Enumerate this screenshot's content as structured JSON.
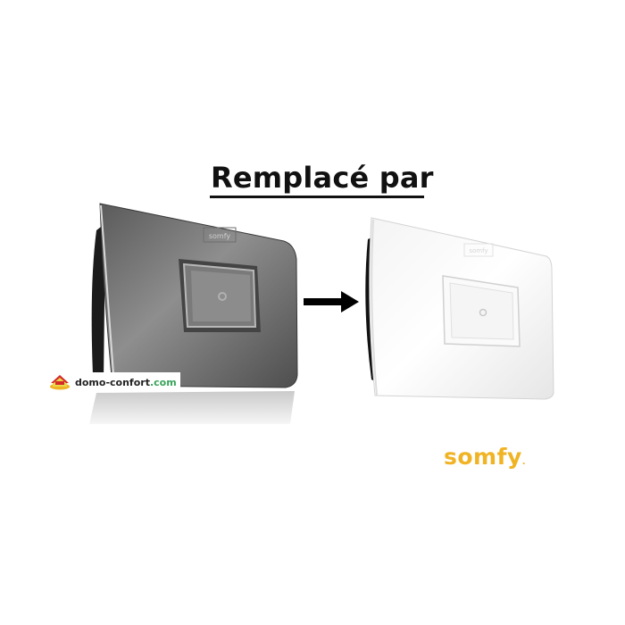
{
  "heading": {
    "text": "Remplacé par"
  },
  "old_device": {
    "label": "somfy",
    "color": "gray",
    "description": "Old Somfy box (gray)"
  },
  "arrow": {
    "direction": "right"
  },
  "new_device": {
    "label": "somfy",
    "color": "white",
    "description": "New Somfy box (white)"
  },
  "watermark": {
    "name": "domo-confort",
    "tld": ".com",
    "icon": "house-icon"
  },
  "brand_logo": {
    "text": "somfy",
    "color": "#f0b323"
  }
}
